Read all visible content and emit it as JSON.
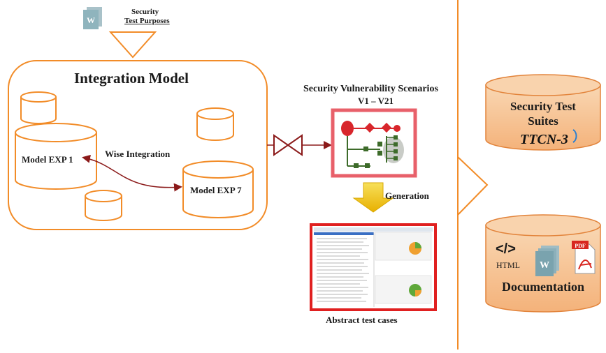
{
  "top_left": {
    "line1": "Security",
    "line2": "Test Purposes",
    "word_icon": "word-document-icon"
  },
  "integration": {
    "title": "Integration Model",
    "model_a": "Model EXP 1",
    "model_b": "Model EXP 7",
    "link_label": "Wise Integration"
  },
  "scenarios": {
    "title_line1": "Security Vulnerability Scenarios",
    "title_line2": "V1 – V21"
  },
  "generation_label": "Generation",
  "abstract_label": "Abstract test cases",
  "right": {
    "suites_line1": "Security Test",
    "suites_line2": "Suites",
    "ttcn_logo": "TTCN-3",
    "doc_title": "Documentation",
    "html_label": "HTML",
    "code_symbol": "</>"
  },
  "colors": {
    "orange": "#f28c28",
    "cylinder_fill": "#f7c79b",
    "red": "#e23030",
    "dark_red": "#8b1a1a",
    "green": "#3d6b2a",
    "yellow": "#f5c400"
  }
}
